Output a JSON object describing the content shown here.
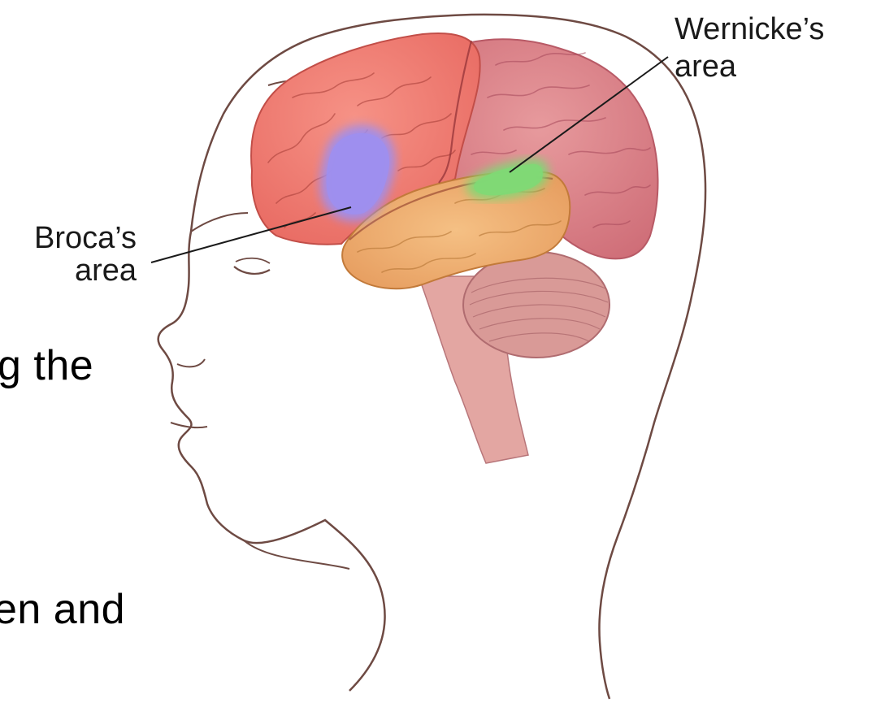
{
  "slide_text": {
    "line_1": "g the",
    "line_2": "en and"
  },
  "labels": {
    "broca_line_1": "Broca’s",
    "broca_line_2": "area",
    "wernicke_line_1": "Wernicke’s",
    "wernicke_line_2": "area"
  },
  "colors": {
    "frontal_lobe": "#ef7f74",
    "parietal_occipital": "#dd8a8e",
    "temporal_lobe": "#f0b071",
    "broca_area": "#9d8ff0",
    "wernicke_area": "#7fd975",
    "cerebellum": "#d99a97",
    "brainstem": "#e3a6a2",
    "head_outline": "#6e4a43"
  }
}
